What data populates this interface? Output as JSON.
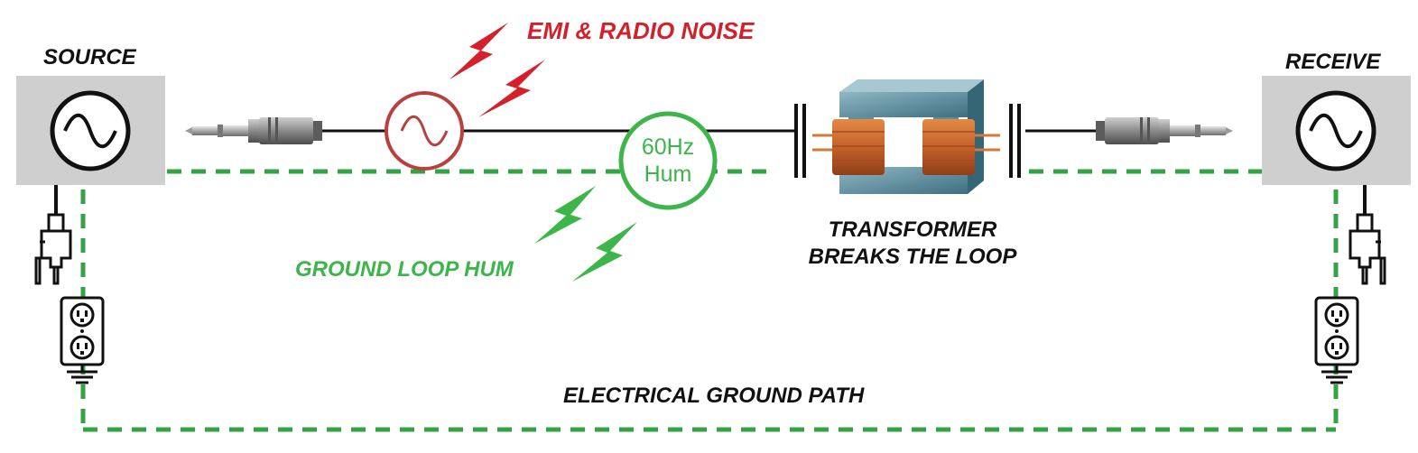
{
  "labels": {
    "source": "SOURCE",
    "receive": "RECEIVE",
    "emi_noise": "EMI & RADIO NOISE",
    "hum_line1": "60Hz",
    "hum_line2": "Hum",
    "transformer_line1": "TRANSFORMER",
    "transformer_line2": "BREAKS THE LOOP",
    "ground_loop_hum": "GROUND LOOP HUM",
    "ground_path": "ELECTRICAL GROUND PATH"
  },
  "colors": {
    "emi_red": "#d4202a",
    "hum_green": "#3db54a",
    "ground_green": "#34a343",
    "box_gray": "#cfcfcf",
    "wire_black": "#111111"
  },
  "icons": [
    "sine-wave-icon",
    "lightning-bolt-icon",
    "audio-plug-icon",
    "power-plug-icon",
    "wall-outlet-icon",
    "ground-symbol-icon",
    "transformer-icon"
  ]
}
